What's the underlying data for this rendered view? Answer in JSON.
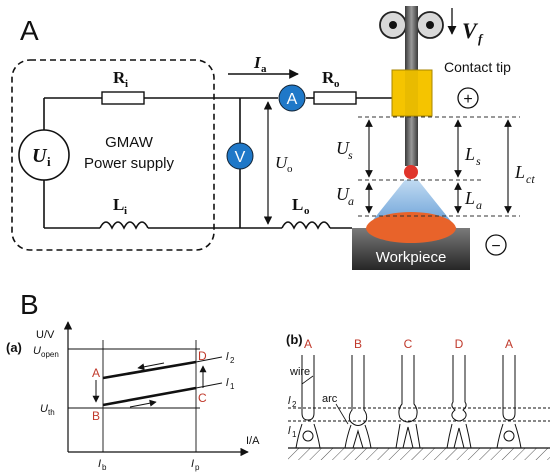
{
  "panel_a": {
    "label": "A",
    "source": {
      "symbol": "U",
      "sub": "i"
    },
    "box_text": [
      "GMAW",
      "Power supply"
    ],
    "Ri": {
      "symbol": "R",
      "sub": "i"
    },
    "Li": {
      "symbol": "L",
      "sub": "i"
    },
    "Ro": {
      "symbol": "R",
      "sub": "o"
    },
    "Lo": {
      "symbol": "L",
      "sub": "o"
    },
    "Ia": {
      "symbol": "I",
      "sub": "a"
    },
    "Uo": {
      "symbol": "U",
      "sub": "o"
    },
    "ammeter": "A",
    "voltmeter": "V",
    "vf": {
      "symbol": "V",
      "sub": "f"
    },
    "contact_tip": "Contact tip",
    "plus": "+",
    "minus": "−",
    "workpiece": "Workpiece",
    "Us": {
      "symbol": "U",
      "sub": "s"
    },
    "Ua": {
      "symbol": "U",
      "sub": "a"
    },
    "Ls": {
      "symbol": "L",
      "sub": "s"
    },
    "La": {
      "symbol": "L",
      "sub": "a"
    },
    "Lct": {
      "symbol": "L",
      "sub": "ct"
    },
    "colors": {
      "tip": "#f5c400",
      "meter": "#1f78c8",
      "arc": "#6ba6dd",
      "pool": "#e8632a",
      "work_top": "#6f6f6f",
      "work_bottom": "#2c2c2c"
    }
  },
  "panel_b": {
    "label": "B",
    "a": {
      "tag": "(a)",
      "ylabel": "U/V",
      "uopen": {
        "symbol": "U",
        "sub": "open"
      },
      "uth": {
        "symbol": "U",
        "sub": "th"
      },
      "xlabel": "I/A",
      "ib": {
        "symbol": "I",
        "sub": "b"
      },
      "ip": {
        "symbol": "I",
        "sub": "p"
      },
      "l2": {
        "symbol": "l",
        "sub": "2"
      },
      "l1": {
        "symbol": "l",
        "sub": "1"
      },
      "points": [
        "A",
        "B",
        "C",
        "D"
      ]
    },
    "b": {
      "tag": "(b)",
      "stages": [
        "A",
        "B",
        "C",
        "D",
        "A"
      ],
      "wire": "wire",
      "arc": "arc",
      "l2": {
        "symbol": "l",
        "sub": "2"
      },
      "l1": {
        "symbol": "l",
        "sub": "1"
      }
    }
  }
}
